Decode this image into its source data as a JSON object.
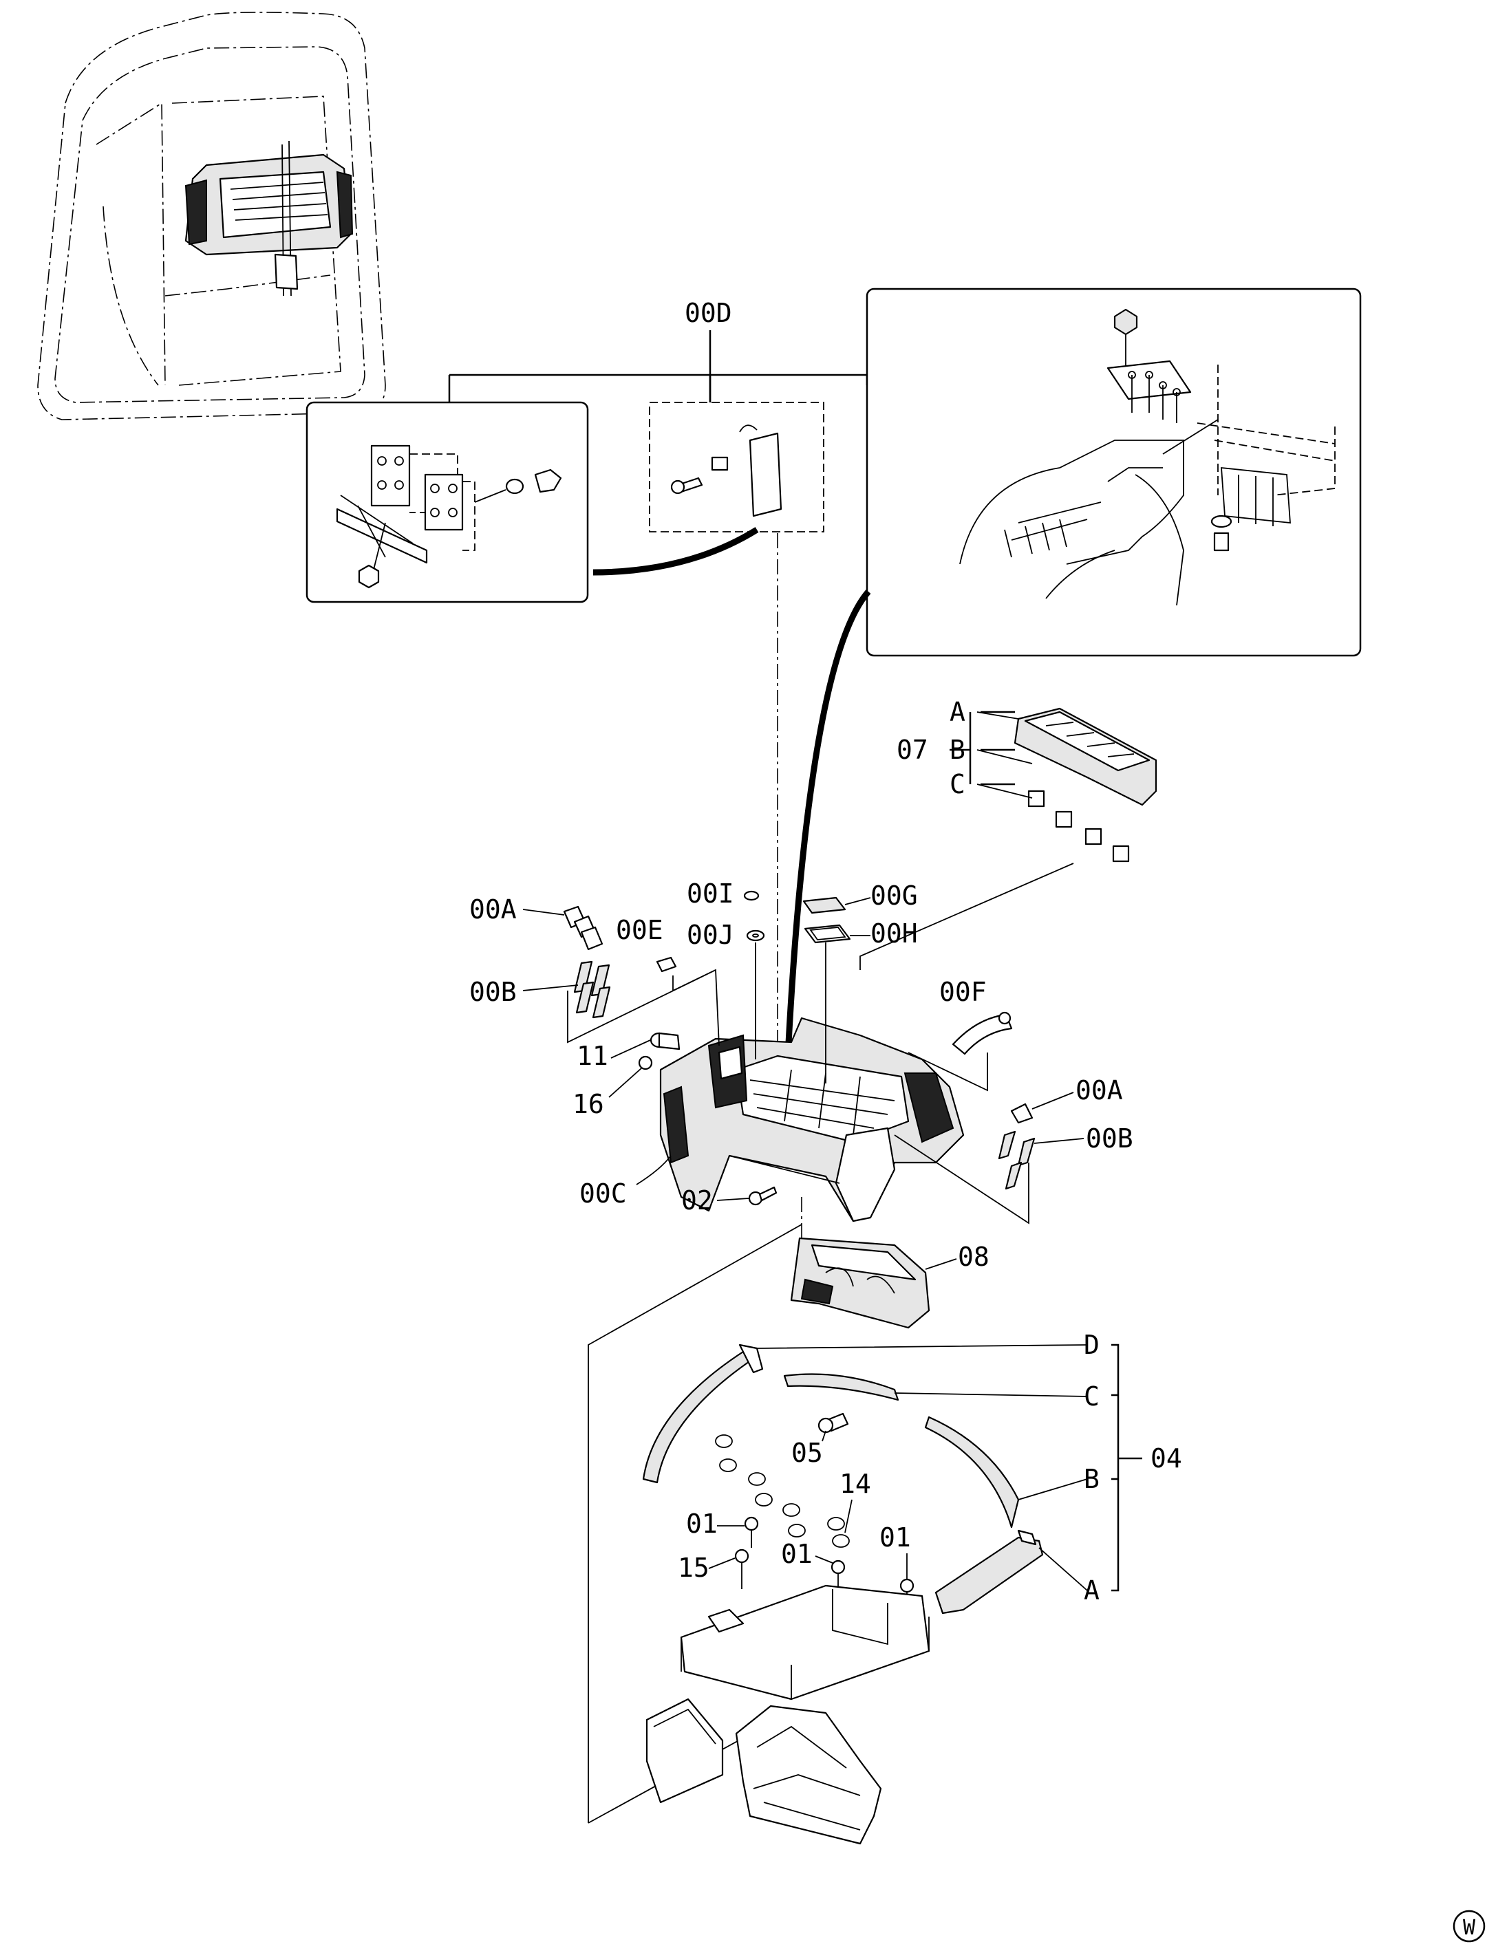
{
  "callouts": {
    "c00D": "00D",
    "c07": "07",
    "c07A": "A",
    "c07B": "B",
    "c07C": "C",
    "c00A_left": "00A",
    "c00B_left": "00B",
    "c00E": "00E",
    "c00I": "00I",
    "c00J": "00J",
    "c00G": "00G",
    "c00H": "00H",
    "c00F": "00F",
    "c11": "11",
    "c16": "16",
    "c00C": "00C",
    "c02": "02",
    "c00A_right": "00A",
    "c00B_right": "00B",
    "c08": "08",
    "c04": "04",
    "c04D": "D",
    "c04C": "C",
    "c04B": "B",
    "c04A": "A",
    "c05": "05",
    "c14": "14",
    "c01_a": "01",
    "c01_b": "01",
    "c01_c": "01",
    "c15": "15"
  },
  "corner_mark": "W"
}
